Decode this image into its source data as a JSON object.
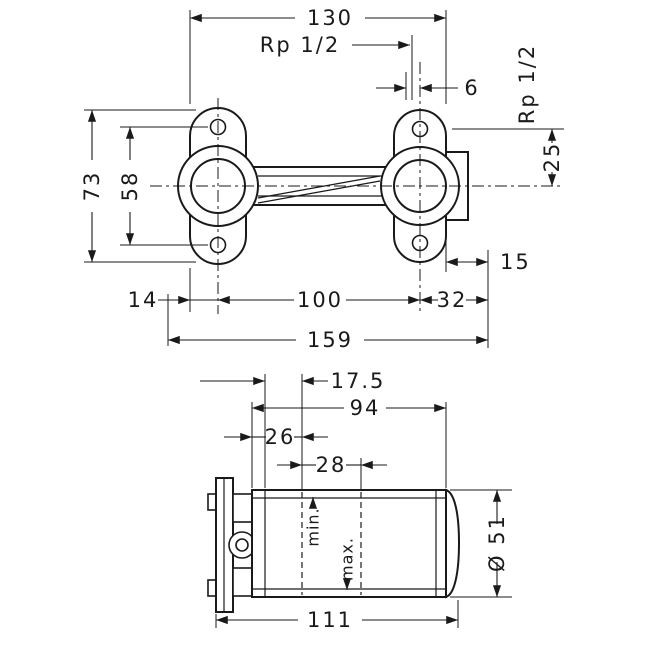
{
  "front": {
    "dims": {
      "d130": "130",
      "thread_left": "Rp 1/2",
      "d6": "6",
      "thread_right": "Rp 1/2",
      "d73": "73",
      "d58": "58",
      "d25": "25",
      "d15": "15",
      "d14": "14",
      "d100": "100",
      "d32": "32",
      "d159": "159"
    }
  },
  "side": {
    "dims": {
      "d17_5": "17.5",
      "d94": "94",
      "d26": "26",
      "d28": "28",
      "d111": "111",
      "d51": "Ø 51"
    },
    "labels": {
      "min": "min.",
      "max": "max."
    }
  },
  "colors": {
    "line": "#1a1a1a",
    "background": "#ffffff"
  }
}
